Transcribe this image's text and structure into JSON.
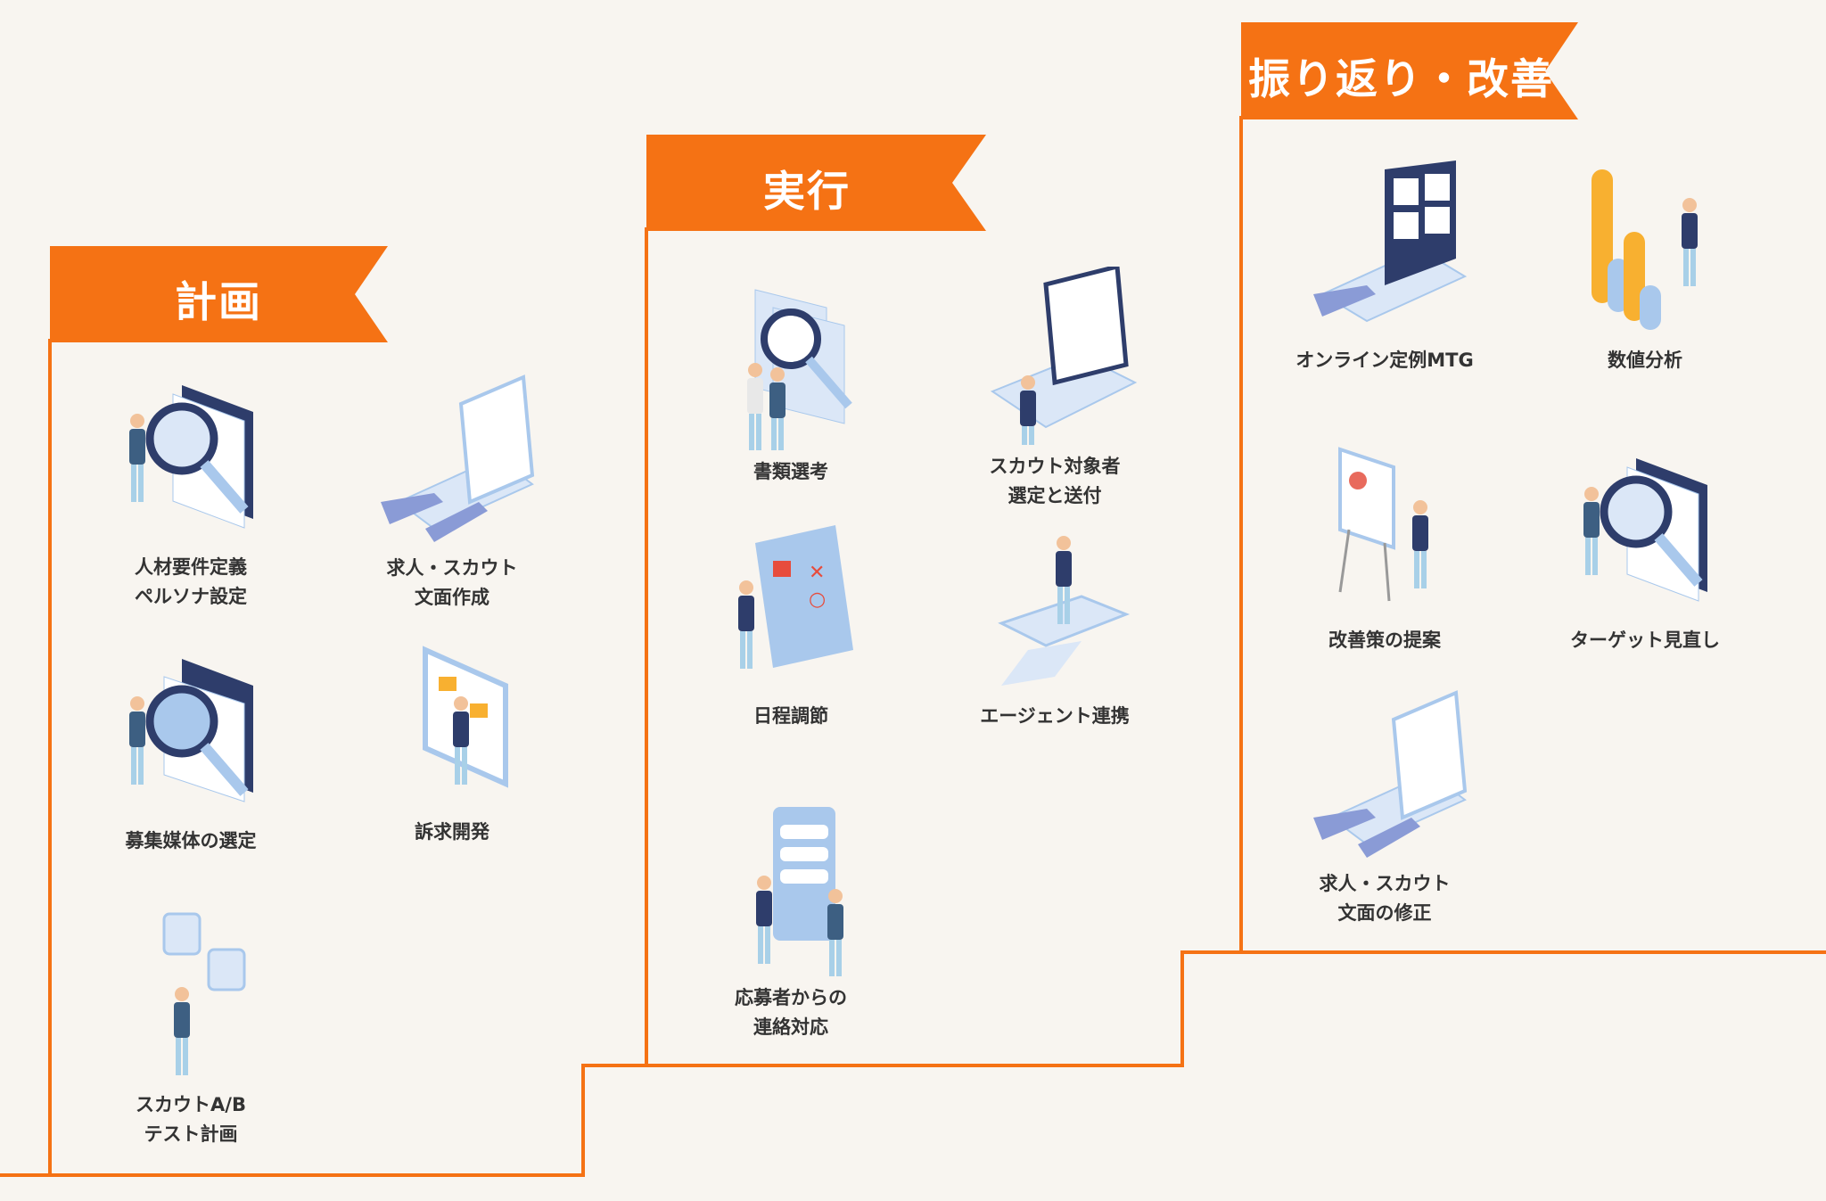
{
  "colors": {
    "accent": "#f57214",
    "background": "#f8f5f0",
    "text": "#333333"
  },
  "stages": [
    {
      "title": "計画",
      "items": [
        {
          "lines": [
            "人材要件定義",
            "ペルソナ設定"
          ],
          "icon": "magnifier-document-icon"
        },
        {
          "lines": [
            "求人・スカウト",
            "文面作成"
          ],
          "icon": "laptop-typing-icon"
        },
        {
          "lines": [
            "募集媒体の選定"
          ],
          "icon": "news-magnifier-icon"
        },
        {
          "lines": [
            "訴求開発"
          ],
          "icon": "poster-person-icon"
        },
        {
          "lines": [
            "スカウトA/B",
            "テスト計画"
          ],
          "icon": "email-ab-icon"
        }
      ]
    },
    {
      "title": "実行",
      "items": [
        {
          "lines": [
            "書類選考"
          ],
          "icon": "document-screening-icon"
        },
        {
          "lines": [
            "スカウト対象者",
            "選定と送付"
          ],
          "icon": "laptop-profiles-icon"
        },
        {
          "lines": [
            "日程調節"
          ],
          "icon": "calendar-icon"
        },
        {
          "lines": [
            "エージェント連携"
          ],
          "icon": "agent-tablet-icon"
        },
        {
          "lines": [
            "応募者からの",
            "連絡対応"
          ],
          "icon": "smartphone-chat-icon"
        }
      ]
    },
    {
      "title": "振り返り・改善",
      "items": [
        {
          "lines": [
            "オンライン定例MTG"
          ],
          "icon": "laptop-video-call-icon"
        },
        {
          "lines": [
            "数値分析"
          ],
          "icon": "bar-chart-person-icon"
        },
        {
          "lines": [
            "改善策の提案"
          ],
          "icon": "whiteboard-presenter-icon"
        },
        {
          "lines": [
            "ターゲット見直し"
          ],
          "icon": "magnifier-document-icon"
        },
        {
          "lines": [
            "求人・スカウト",
            "文面の修正"
          ],
          "icon": "laptop-typing-icon"
        }
      ]
    }
  ]
}
